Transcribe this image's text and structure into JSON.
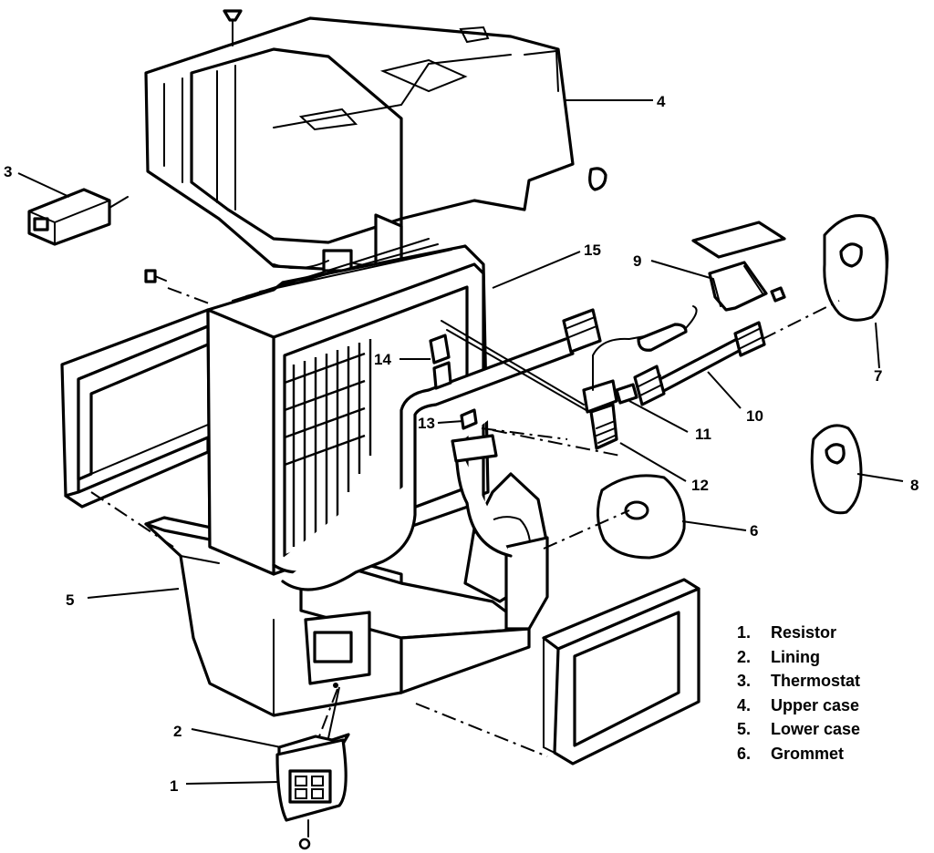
{
  "callouts": [
    "1",
    "2",
    "3",
    "4",
    "5",
    "6",
    "7",
    "8",
    "9",
    "10",
    "11",
    "12",
    "13",
    "14",
    "15"
  ],
  "legend": [
    {
      "number": "1.",
      "label": "Resistor"
    },
    {
      "number": "2.",
      "label": "Lining"
    },
    {
      "number": "3.",
      "label": "Thermostat"
    },
    {
      "number": "4.",
      "label": "Upper case"
    },
    {
      "number": "5.",
      "label": "Lower case"
    },
    {
      "number": "6.",
      "label": "Grommet"
    }
  ]
}
